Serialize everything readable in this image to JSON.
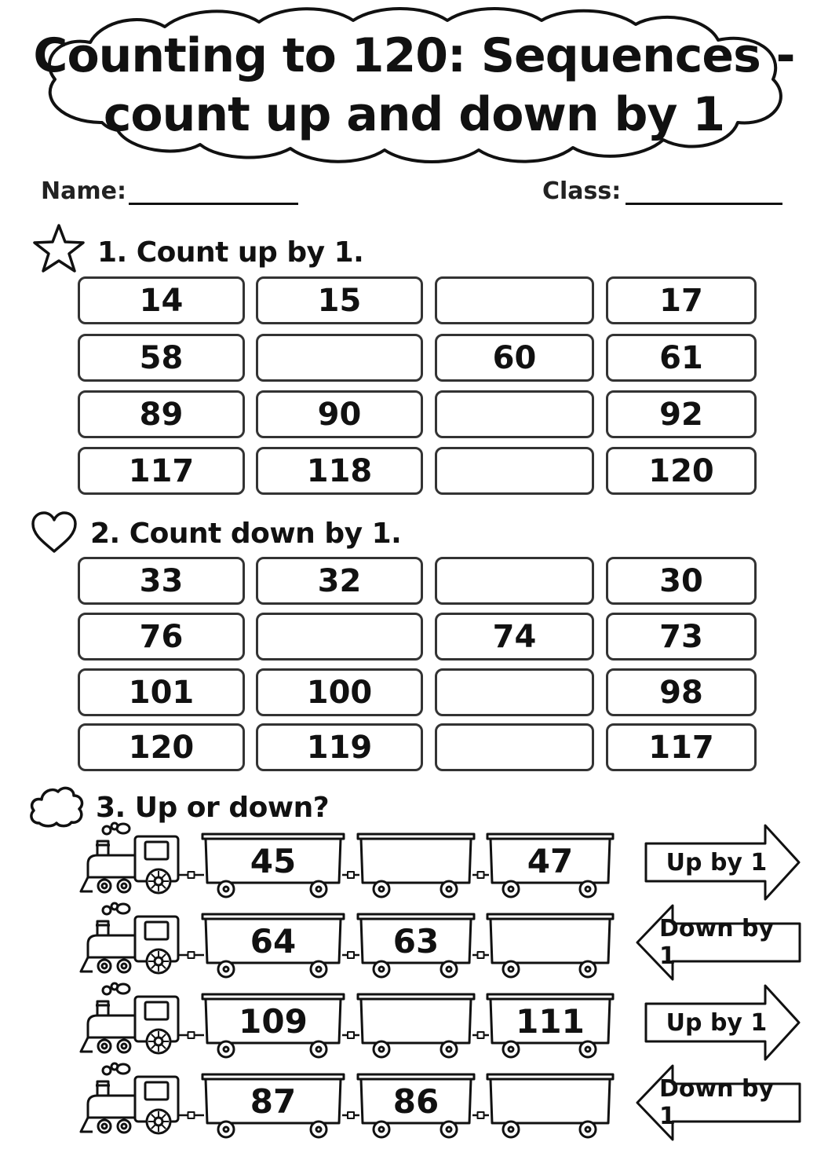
{
  "title": {
    "line1": "Counting to 120: Sequences -",
    "line2": "count up and down by 1"
  },
  "fields": {
    "name_label": "Name:",
    "class_label": "Class:"
  },
  "section1": {
    "title": "1. Count up by 1.",
    "icon": "star-icon",
    "rows": [
      [
        "14",
        "15",
        "",
        "17"
      ],
      [
        "58",
        "",
        "60",
        "61"
      ],
      [
        "89",
        "90",
        "",
        "92"
      ],
      [
        "117",
        "118",
        "",
        "120"
      ]
    ]
  },
  "section2": {
    "title": "2. Count down by 1.",
    "icon": "heart-icon",
    "rows": [
      [
        "33",
        "32",
        "",
        "30"
      ],
      [
        "76",
        "",
        "74",
        "73"
      ],
      [
        "101",
        "100",
        "",
        "98"
      ],
      [
        "120",
        "119",
        "",
        "117"
      ]
    ]
  },
  "section3": {
    "title": "3. Up or down?",
    "icon": "cloud-icon",
    "trains": [
      {
        "wagons": [
          "45",
          "",
          "47"
        ],
        "arrow": "Up by 1",
        "direction": "right"
      },
      {
        "wagons": [
          "64",
          "63",
          ""
        ],
        "arrow": "Down by 1",
        "direction": "left"
      },
      {
        "wagons": [
          "109",
          "",
          "111"
        ],
        "arrow": "Up by 1",
        "direction": "right"
      },
      {
        "wagons": [
          "87",
          "86",
          ""
        ],
        "arrow": "Down by 1",
        "direction": "left"
      }
    ]
  }
}
